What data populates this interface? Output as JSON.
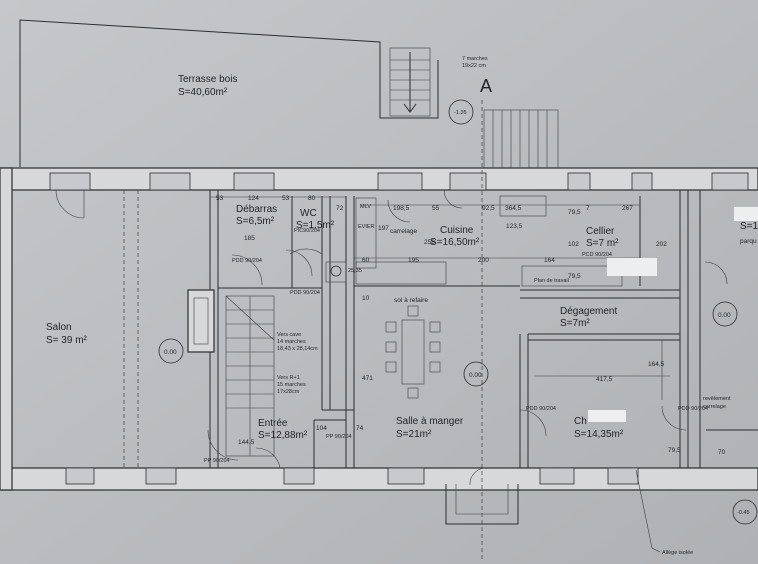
{
  "rooms": {
    "terrasse": {
      "name": "Terrasse bois",
      "area": "S=40,60m²"
    },
    "debarras": {
      "name": "Débarras",
      "area": "S=6,5m²"
    },
    "wc": {
      "name": "WC",
      "area": "S=1,5m²"
    },
    "cuisine": {
      "name": "Cuisine",
      "area": "S=16,50m²"
    },
    "cellier": {
      "name": "Cellier",
      "area": "S=7 m²"
    },
    "salon": {
      "name": "Salon",
      "area": "S= 39 m²"
    },
    "degagement": {
      "name": "Dégagement",
      "area": "S=7m²"
    },
    "entree": {
      "name": "Entrée",
      "area": "S=12,88m²"
    },
    "salle_manger": {
      "name": "Salle à manger",
      "area": "S=21m²"
    },
    "chambre": {
      "name": "Ch",
      "area": "S=14,35m²"
    },
    "right_edge_name": "parqu",
    "right_edge_area": "S=1"
  },
  "notes": {
    "marches_top": "7 marches",
    "marches_top_dim": "19x22 cm",
    "section_letter": "A",
    "level_terrasse": "-1.35",
    "level_corner": "-0.45",
    "sol_refaire": "sol à refaire",
    "carrelage": "carrelage",
    "revetement": "revêtement",
    "revetement2": "carrelage",
    "allege": "Allège isolée",
    "vers_cave": "Vers cave",
    "vers_cave_marches": "14 marches",
    "vers_cave_dim": "18,43 x 28,14cm",
    "vers_r1": "Vers R+1",
    "vers_r1_marches": "15 marches",
    "vers_r1_dim": "17x28cm",
    "mlv": "MLV",
    "evier": "EVIER",
    "plan_travail": "Plan de travail"
  },
  "levels": [
    "0.00",
    "0.00",
    "0.00"
  ],
  "dimensions": {
    "d53a": "53",
    "d124": "124",
    "d53b": "53",
    "d80": "80",
    "d72": "72",
    "d1985": "198,5",
    "d55": "55",
    "d925": "92,5",
    "d3645": "364,5",
    "d795a": "79,5",
    "d7": "7",
    "d267": "267",
    "d197": "197",
    "d1235": "123,5",
    "d258": "258",
    "d102": "102",
    "d202": "202",
    "d185": "185",
    "d60": "60",
    "d195": "195",
    "d200": "200",
    "d164": "164",
    "d795b": "79,5",
    "d2535": "25,35",
    "d10": "10",
    "d471": "471",
    "d4175": "417,5",
    "d1645": "164,5",
    "d1445": "144,5",
    "d104": "104",
    "d74": "74",
    "d795c": "79,5",
    "d70": "70"
  },
  "tags": {
    "pp1": "PP 90/204",
    "pp2": "PP 90/204",
    "pp3": "PIC90/204",
    "pd1": "PDD 90/204",
    "pd2": "PDD 90/204",
    "pd3": "PCD 90/204",
    "pd4": "PDD 90/204",
    "pd5": "PDD 90/204"
  }
}
